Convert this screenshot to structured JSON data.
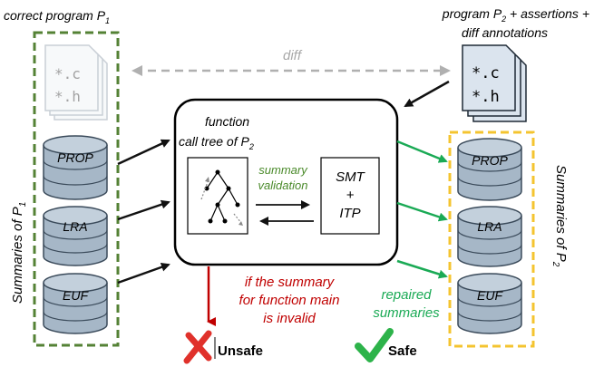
{
  "left": {
    "title_prefix": "correct program ",
    "title_var": "P",
    "title_sub": "1",
    "side_label": "Summaries of ",
    "side_var": "P",
    "side_sub": "1",
    "files": [
      "*.c",
      "*.h"
    ],
    "theories": [
      "PROP",
      "LRA",
      "EUF"
    ]
  },
  "right": {
    "title_line1_prefix": "program ",
    "title_line1_var": "P",
    "title_line1_sub": "2",
    "title_line1_suffix": " + assertions +",
    "title_line2": "diff annotations",
    "side_label": "Summaries of ",
    "side_var": "P",
    "side_sub": "2",
    "files": [
      "*.c",
      "*.h"
    ],
    "theories": [
      "PROP",
      "LRA",
      "EUF"
    ]
  },
  "diff_label": "diff",
  "center": {
    "title_line1": "function",
    "title_line2_prefix": "call tree of ",
    "title_line2_var": "P",
    "title_line2_sub": "2",
    "validation_line1": "summary",
    "validation_line2": "validation",
    "solver_lines": [
      "SMT",
      "+",
      "ITP"
    ]
  },
  "invalid_note": [
    "if the summary",
    "for function main",
    "is invalid"
  ],
  "repaired_note": [
    "repaired",
    "summaries"
  ],
  "outcomes": {
    "unsafe": "Unsafe",
    "safe": "Safe"
  },
  "colors": {
    "left_box": "#548235",
    "right_box": "#f4c430",
    "diff_arrow": "#b0b0b0",
    "green_arrow": "#1aaa55",
    "red_text": "#c00000",
    "green_text": "#4a8a2a",
    "cylinder": "#a6b7c7",
    "file": "#dbe4ee"
  }
}
